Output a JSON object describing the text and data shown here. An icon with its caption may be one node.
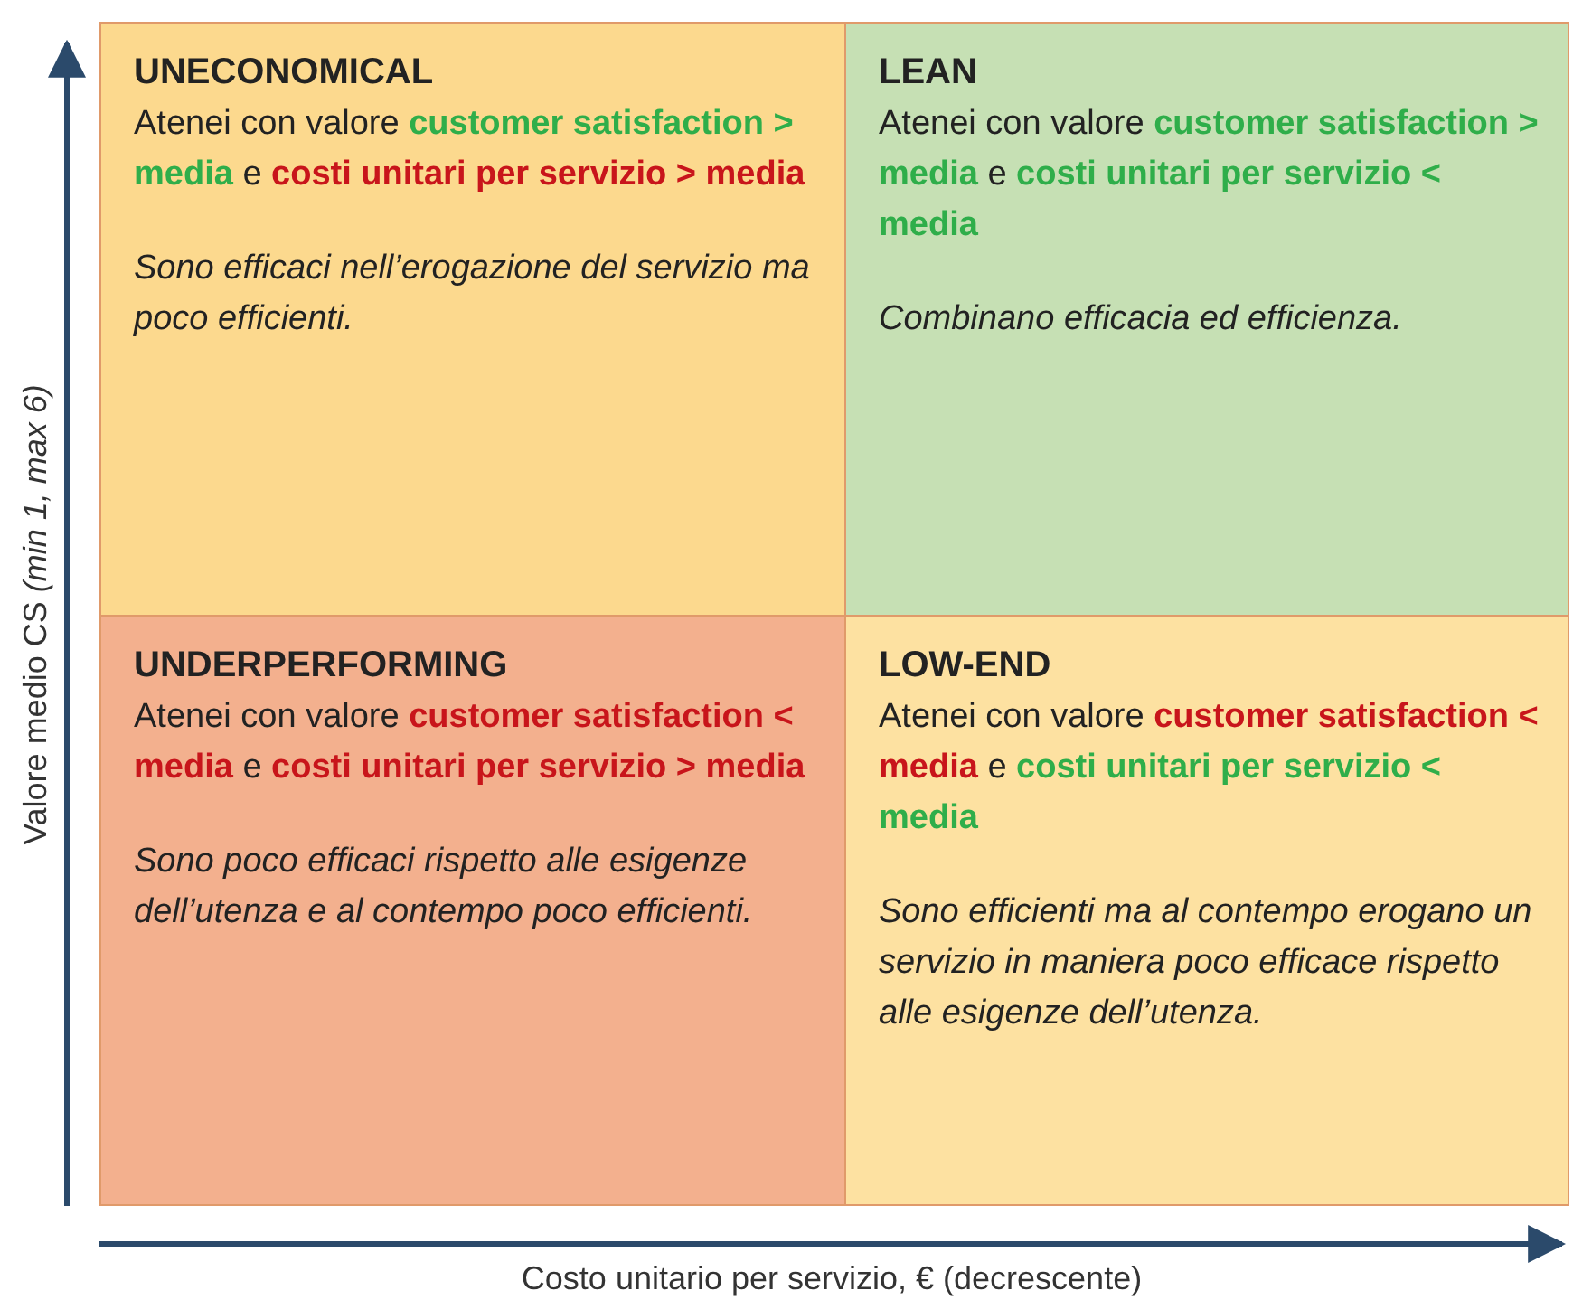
{
  "diagram": {
    "nodes": [
      {
        "text": [
          "UNECONOMICAL",
          "Atenei con valore **customer satisfaction > media** e **costi unitari per servizio > media**",
          "Sono efficaci nell’erogazione del servizio ma poco efficienti."
        ]
      },
      {
        "text": [
          "LEAN",
          "Atenei con valore **customer satisfaction > media** e **costi unitari per servizio < media**",
          "Combinano efficacia ed efficienza."
        ]
      },
      {
        "text": [
          "UNDERPERFORMING",
          "Atenei con valore **customer satisfaction < media** e **costi unitari per servizio > media**",
          "Sono poco efficaci rispetto alle esigenze dell’utenza e al contempo poco efficienti."
        ]
      },
      {
        "text": [
          "LOW-END",
          "Atenei con valore **customer satisfaction < media** e **costi unitari per servizio < media**",
          "Sono efficienti ma al contempo erogano un servizio in maniera poco efficace rispetto alle esigenze dell’utenza."
        ]
      }
    ],
    "labels": [
      "Valore medio CS *(min 1, max 6)*",
      "Costo unitario per servizio, € (decrescente)"
    ]
  }
}
